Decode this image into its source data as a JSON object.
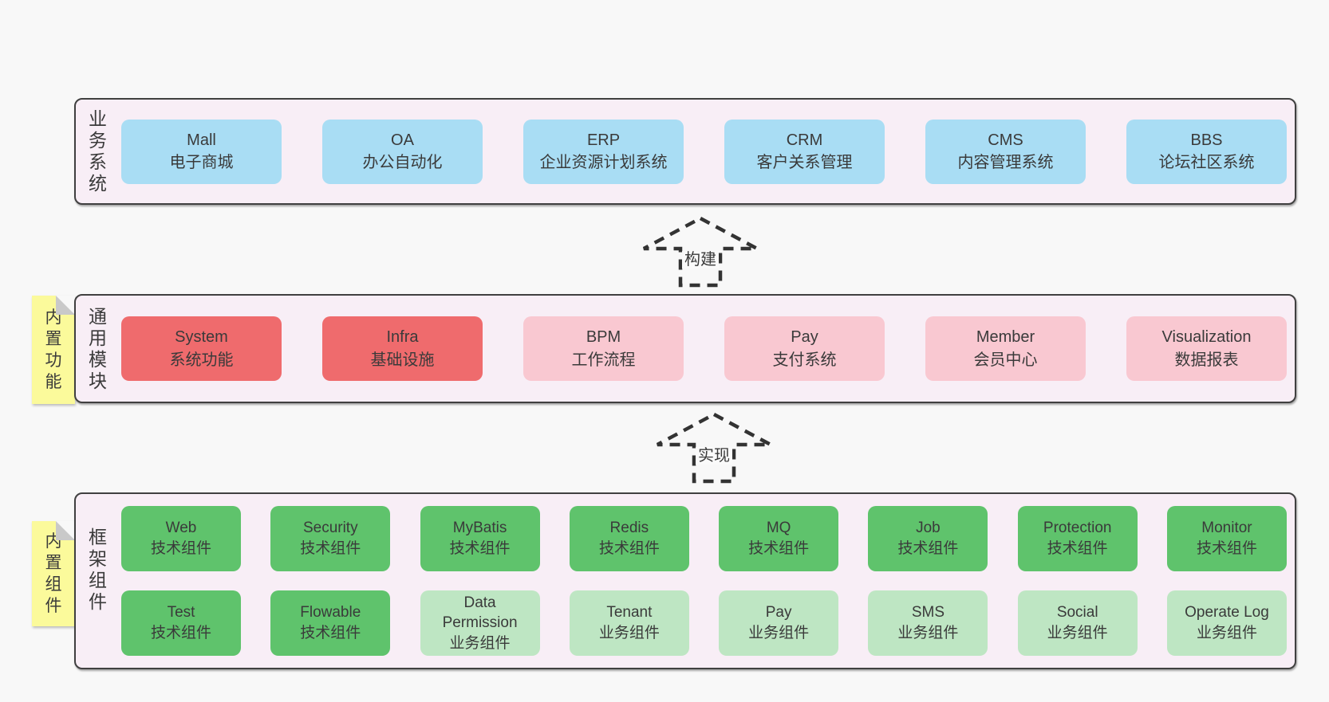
{
  "colors": {
    "blue": "#a9ddf4",
    "red": "#ef6b6d",
    "pink": "#f9c8d1",
    "green": "#5fc36c",
    "green_light": "#bee6c3",
    "yellow_note": "#fbfa9b",
    "band_bg": "#f8eef6",
    "page_bg": "#f8f8f8",
    "outline": "#404040"
  },
  "arrows": [
    {
      "label": "构建"
    },
    {
      "label": "实现"
    }
  ],
  "bands": [
    {
      "label": "业务系统",
      "boxes": [
        {
          "name": "Mall",
          "desc": "电子商城"
        },
        {
          "name": "OA",
          "desc": "办公自动化"
        },
        {
          "name": "ERP",
          "desc": "企业资源计划系统"
        },
        {
          "name": "CRM",
          "desc": "客户关系管理"
        },
        {
          "name": "CMS",
          "desc": "内容管理系统"
        },
        {
          "name": "BBS",
          "desc": "论坛社区系统"
        }
      ]
    },
    {
      "label": "通用模块",
      "note": "内置功能",
      "boxes": [
        {
          "name": "System",
          "desc": "系统功能"
        },
        {
          "name": "Infra",
          "desc": "基础设施"
        },
        {
          "name": "BPM",
          "desc": "工作流程"
        },
        {
          "name": "Pay",
          "desc": "支付系统"
        },
        {
          "name": "Member",
          "desc": "会员中心"
        },
        {
          "name": "Visualization",
          "desc": "数据报表"
        }
      ]
    },
    {
      "label": "框架组件",
      "note": "内置组件",
      "rows": [
        [
          {
            "name": "Web",
            "desc": "技术组件"
          },
          {
            "name": "Security",
            "desc": "技术组件"
          },
          {
            "name": "MyBatis",
            "desc": "技术组件"
          },
          {
            "name": "Redis",
            "desc": "技术组件"
          },
          {
            "name": "MQ",
            "desc": "技术组件"
          },
          {
            "name": "Job",
            "desc": "技术组件"
          },
          {
            "name": "Protection",
            "desc": "技术组件"
          },
          {
            "name": "Monitor",
            "desc": "技术组件"
          }
        ],
        [
          {
            "name": "Test",
            "desc": "技术组件"
          },
          {
            "name": "Flowable",
            "desc": "技术组件"
          },
          {
            "name": "Data Permission",
            "desc": "业务组件"
          },
          {
            "name": "Tenant",
            "desc": "业务组件"
          },
          {
            "name": "Pay",
            "desc": "业务组件"
          },
          {
            "name": "SMS",
            "desc": "业务组件"
          },
          {
            "name": "Social",
            "desc": "业务组件"
          },
          {
            "name": "Operate Log",
            "desc": "业务组件"
          }
        ]
      ]
    }
  ]
}
